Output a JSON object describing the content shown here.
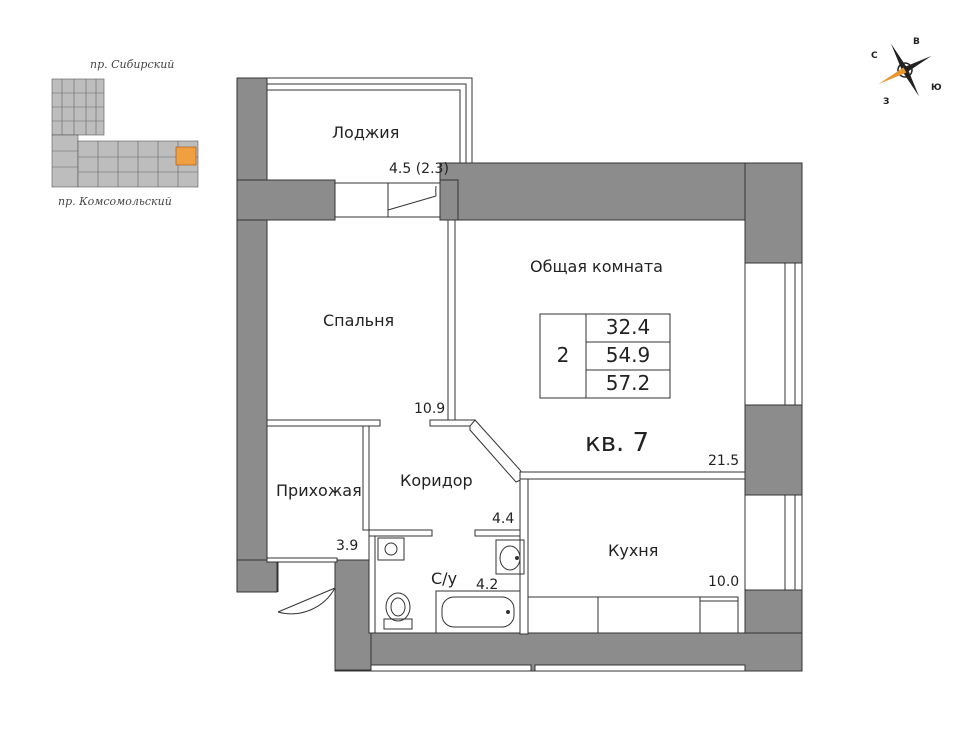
{
  "key_plan": {
    "street_top": "пр. Сибирский",
    "street_bottom": "пр. Комсомольский",
    "highlight_color": "#f0a040"
  },
  "compass": {
    "north": "С",
    "east": "В",
    "south": "Ю",
    "west": "З",
    "accent_color": "#e8962f"
  },
  "apartment": {
    "title": "кв. 7",
    "rooms_count": "2",
    "living_area": "32.4",
    "total_area": "54.9",
    "total_with_loggia": "57.2"
  },
  "rooms": {
    "loggia": {
      "name": "Лоджия",
      "area": "4.5 (2.3)"
    },
    "bedroom": {
      "name": "Спальня",
      "area": "10.9"
    },
    "living": {
      "name": "Общая комната",
      "area": "21.5"
    },
    "hall": {
      "name": "Прихожая",
      "area": "3.9"
    },
    "corridor": {
      "name": "Коридор",
      "area": "4.4"
    },
    "bathroom": {
      "name": "С/у",
      "area": "4.2"
    },
    "kitchen": {
      "name": "Кухня",
      "area": "10.0"
    }
  },
  "colors": {
    "wall": "#8c8c8c",
    "line": "#333333"
  }
}
